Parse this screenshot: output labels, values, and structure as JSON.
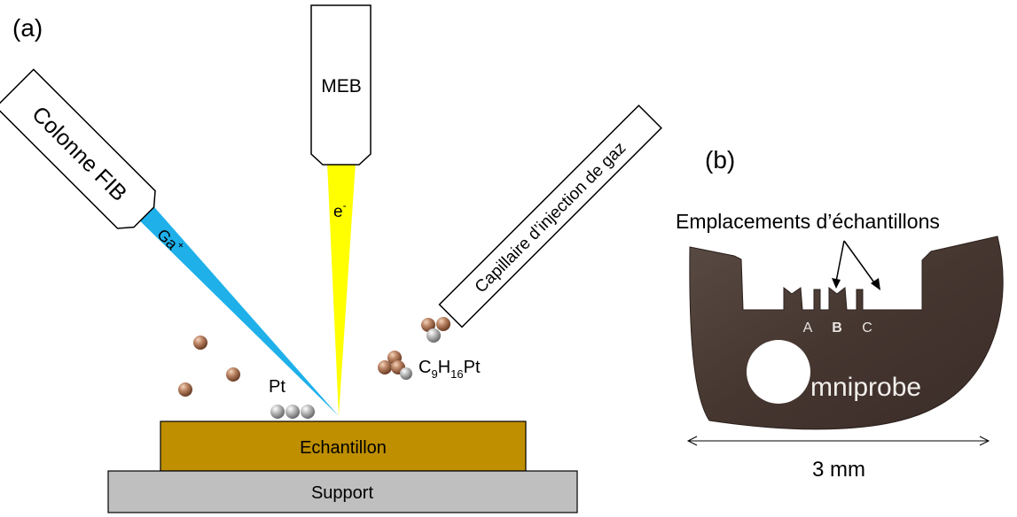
{
  "panel_a": {
    "label": "(a)",
    "sem_column": "MEB",
    "fib_column": "Colonne FIB",
    "gis_capillary": "Capillaire d’injection de gaz",
    "ion_beam": {
      "symbol": "Ga",
      "sup": "+"
    },
    "electron_beam": {
      "symbol": "e",
      "sup": "-"
    },
    "precursor": {
      "c": "C",
      "c_sub": "9",
      "h": "H",
      "h_sub": "16",
      "tail": "Pt"
    },
    "platinum": "Pt",
    "sample": "Echantillon",
    "support": "Support"
  },
  "panel_b": {
    "label": "(b)",
    "slots_caption": "Emplacements d’échantillons",
    "slot_letters": [
      "A",
      "B",
      "C"
    ],
    "brand": "mniprobe",
    "scale": "3 mm"
  },
  "colors": {
    "ion_beam": "#1fb0ea",
    "electron_beam": "#ffff00",
    "sample": "#bf8f00",
    "support": "#bfbfbf",
    "grid_metal": "#4a3b36",
    "copper_particle": "#a06a4a",
    "platinum_particle": "#a9a9a9"
  }
}
